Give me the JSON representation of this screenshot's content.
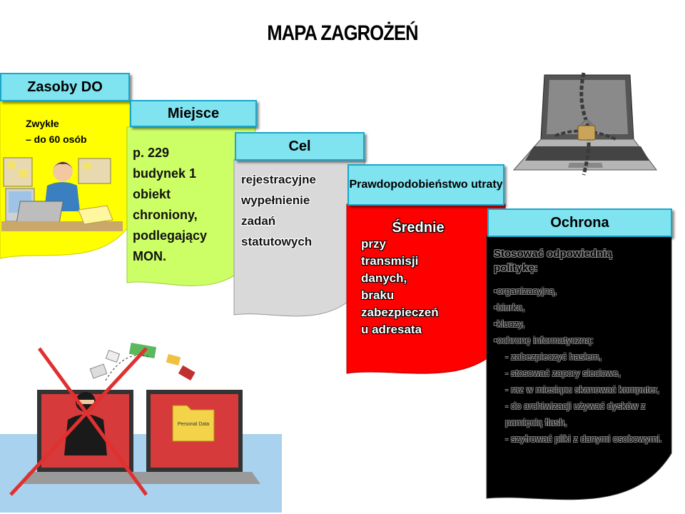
{
  "title": "MAPA ZAGROŻEŃ",
  "colors": {
    "header_fill": "#7fe3f0",
    "zasoby_fill": "#ffff00",
    "miejsce_fill": "#ccff66",
    "cel_fill": "#d9d9d9",
    "prawdopodobienstwo_fill": "#ff0000",
    "ochrona_fill": "#000000"
  },
  "zasoby": {
    "header": "Zasoby DO",
    "lines": [
      "Zwykłe",
      "– do  60 osób"
    ],
    "image": "office-worker-at-desk"
  },
  "miejsce": {
    "header": "Miejsce",
    "lines": [
      "p. 229",
      "budynek 1",
      "obiekt",
      "chroniony,",
      "podlegający",
      "MON."
    ]
  },
  "cel": {
    "header": "Cel",
    "lines": [
      "rejestracyjne",
      "wypełnienie",
      "zadań",
      "statutowych"
    ]
  },
  "prawdopodobienstwo": {
    "header": "Prawdopodobieństwo utraty",
    "level": "Średnie",
    "lines": [
      "przy",
      "transmisji",
      "danych,",
      "braku",
      "zabezpieczeń",
      "u adresata"
    ]
  },
  "ochrona": {
    "header": "Ochrona",
    "intro": "Stosować odpowiednią politykę:",
    "items": [
      "•organizacyjną,",
      "•biurka,",
      "•kluczy,",
      "•ochronę informatyczną:",
      " - zabezpieczyć hasłem,",
      "  - stosować zapory sieciowe,",
      "  - raz w miesiącu skanować komputer,",
      " - do archiwizacji używać dysków z pamięcią  flash,",
      "  - szyfrować pliki z danymi osobowymi."
    ]
  },
  "images": {
    "top_right": "padlocked-laptop-with-chain",
    "bottom_left": "hacker-stealing-personal-data-crossed-out",
    "folder_label": "Personal Data"
  }
}
